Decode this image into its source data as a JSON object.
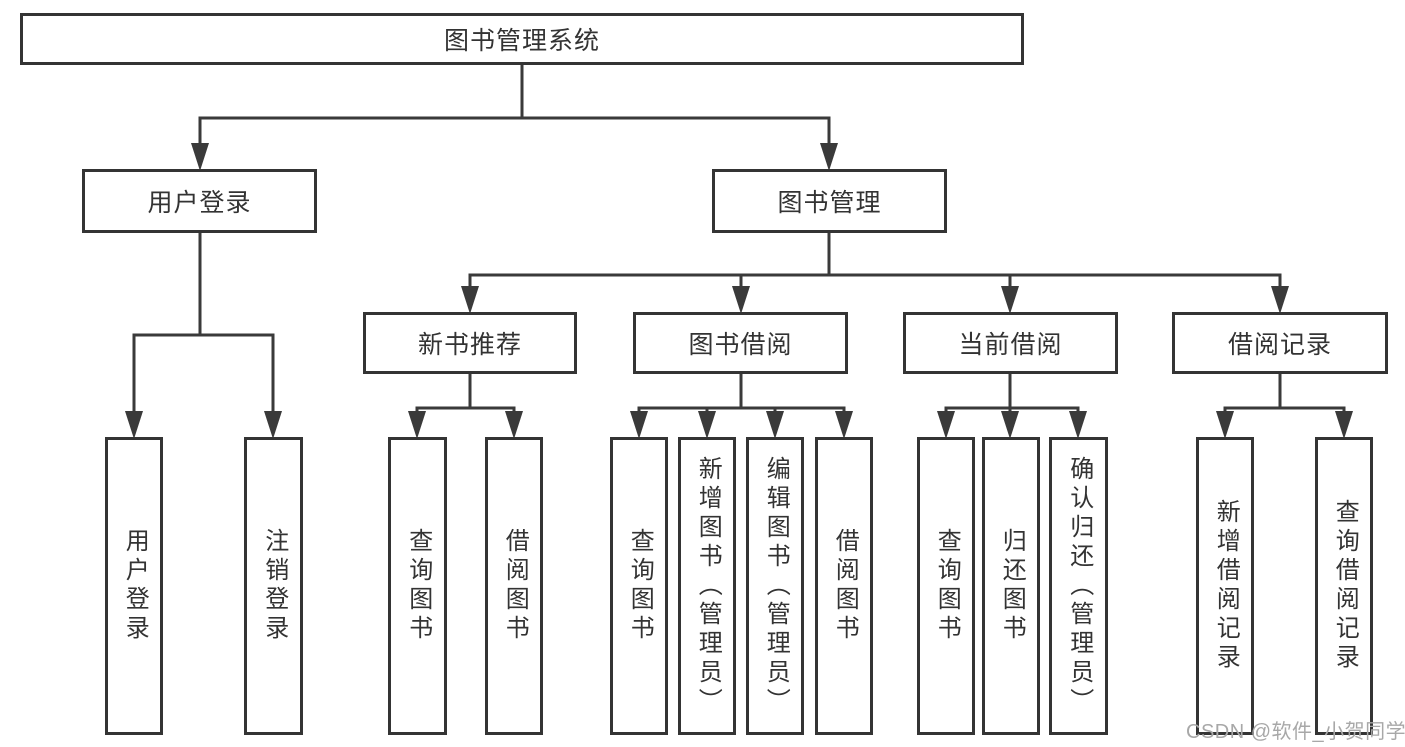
{
  "diagram_type": "hierarchy",
  "tree": {
    "label": "图书管理系统",
    "children": [
      {
        "label": "用户登录",
        "children": [
          {
            "label": "用户登录"
          },
          {
            "label": "注销登录"
          }
        ]
      },
      {
        "label": "图书管理",
        "children": [
          {
            "label": "新书推荐",
            "children": [
              {
                "label": "查询图书"
              },
              {
                "label": "借阅图书"
              }
            ]
          },
          {
            "label": "图书借阅",
            "children": [
              {
                "label": "查询图书"
              },
              {
                "label": "新增图书（管理员）"
              },
              {
                "label": "编辑图书（管理员）"
              },
              {
                "label": "借阅图书"
              }
            ]
          },
          {
            "label": "当前借阅",
            "children": [
              {
                "label": "查询图书"
              },
              {
                "label": "归还图书"
              },
              {
                "label": "确认归还（管理员）"
              }
            ]
          },
          {
            "label": "借阅记录",
            "children": [
              {
                "label": "新增借阅记录"
              },
              {
                "label": "查询借阅记录"
              }
            ]
          }
        ]
      }
    ]
  },
  "watermark": {
    "text": "CSDN @软件_小贺同学"
  },
  "colors": {
    "background": "#ffffff",
    "box_border": "#343434",
    "box_fill": "#ffffff",
    "text": "#333333",
    "connector_line": "#3a3a3a",
    "watermark": "#a8a8a8"
  }
}
